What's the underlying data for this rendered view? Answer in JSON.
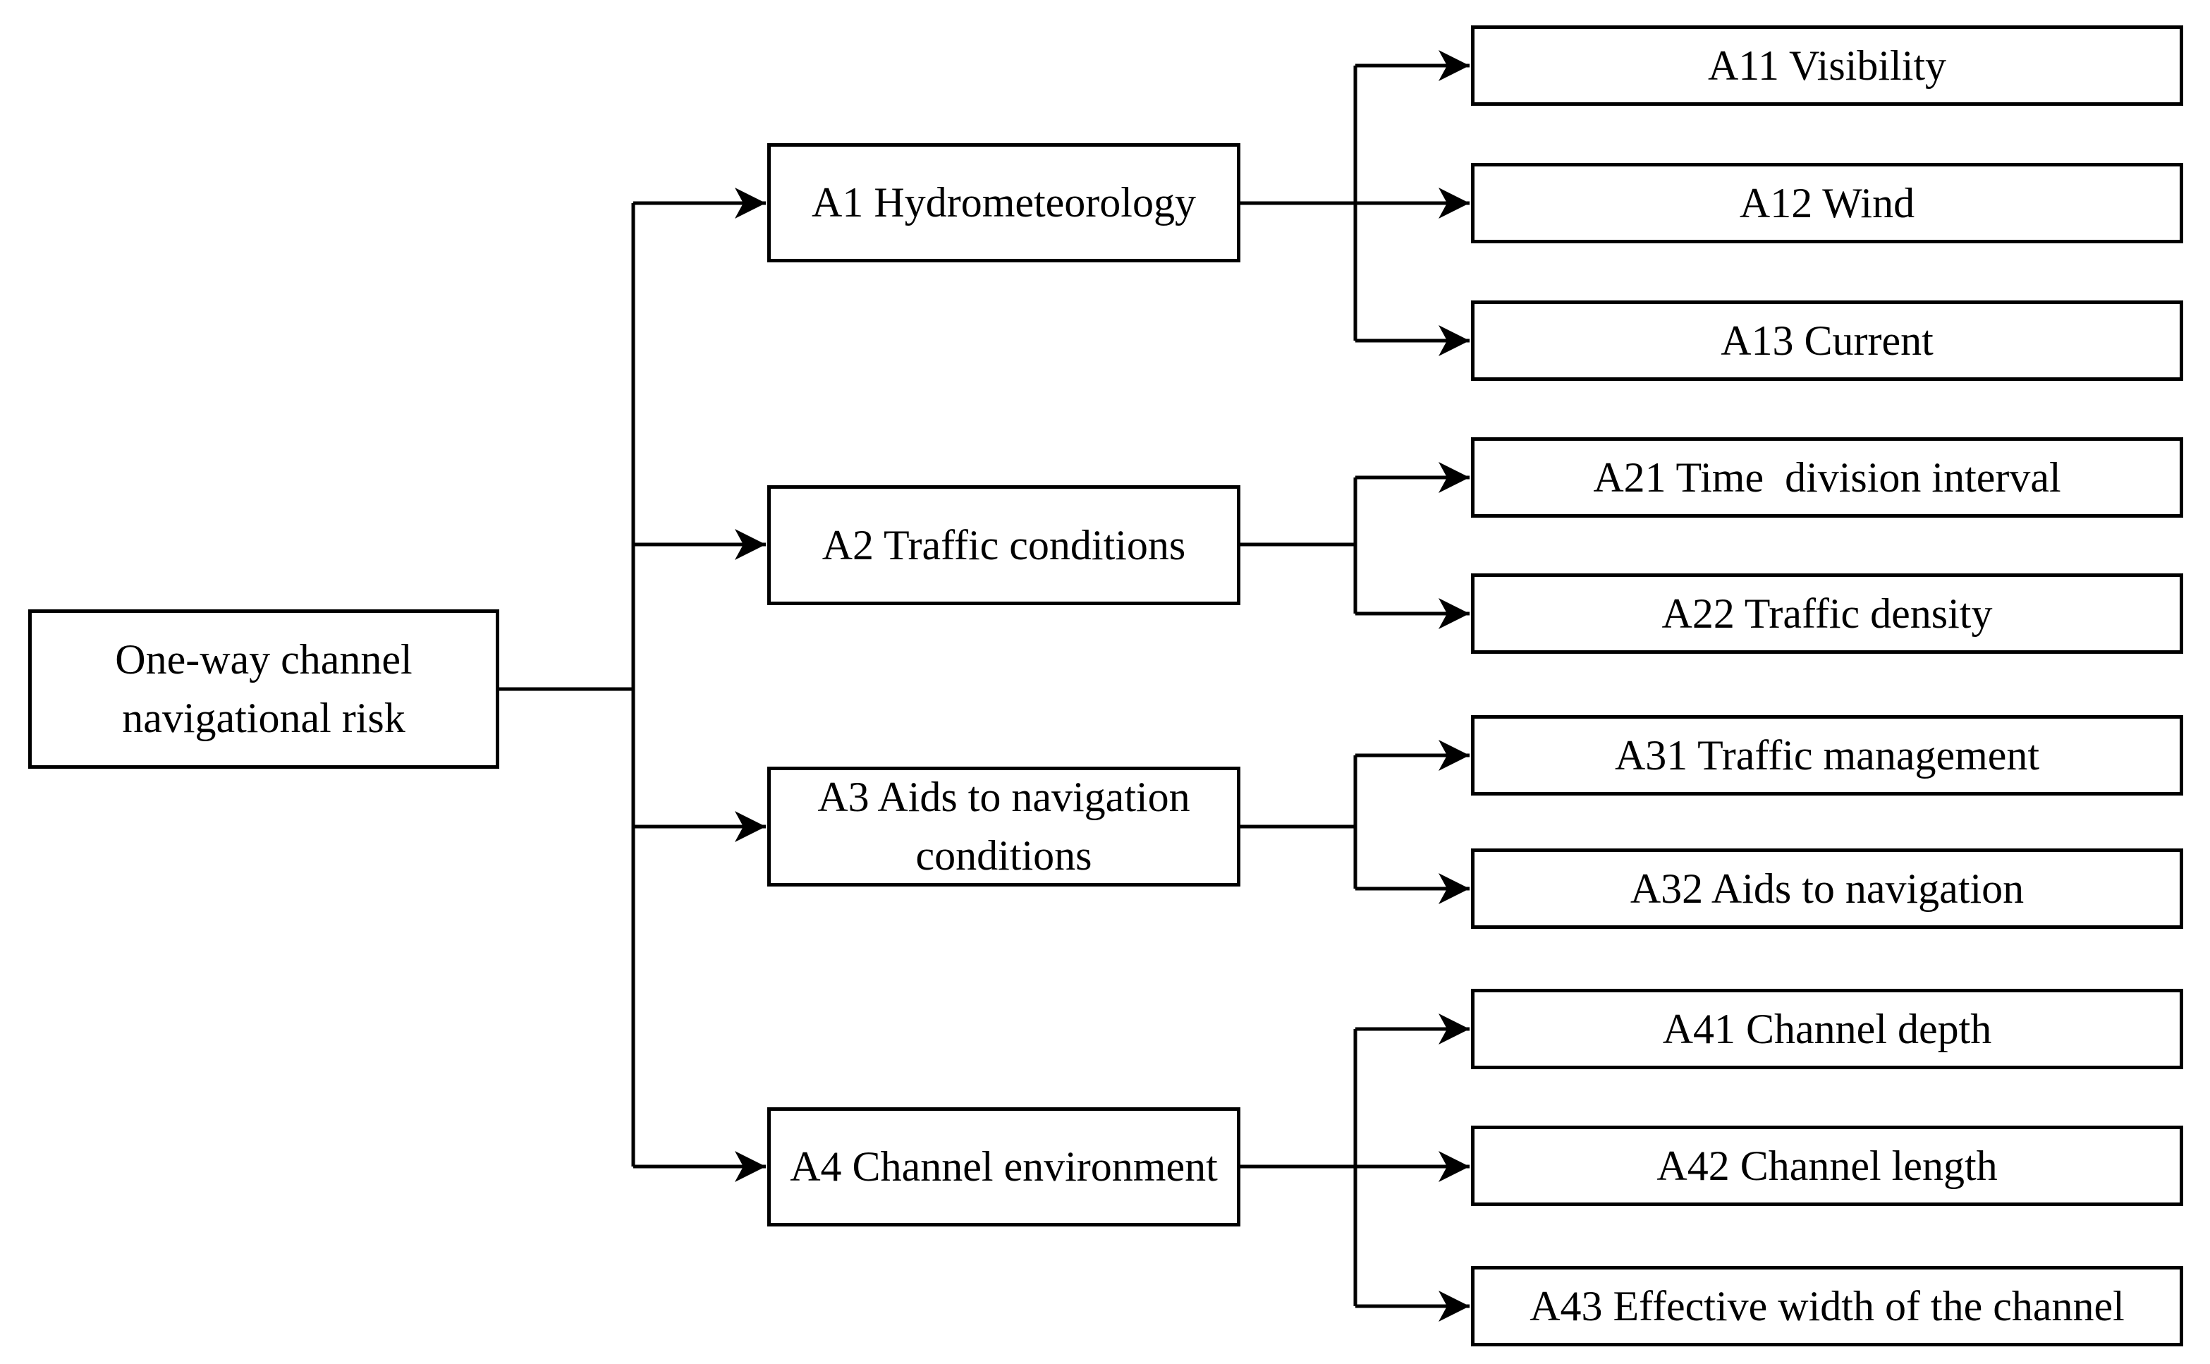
{
  "diagram": {
    "root": "One-way channel\nnavigational risk",
    "categories": [
      {
        "label": "A1 Hydrometeorology",
        "factors": [
          "A11 Visibility",
          "A12 Wind",
          "A13 Current"
        ]
      },
      {
        "label": "A2 Traffic conditions",
        "factors": [
          "A21 Time  division interval",
          "A22 Traffic density"
        ]
      },
      {
        "label": "A3 Aids to navigation conditions",
        "factors": [
          "A31 Traffic management",
          "A32 Aids to navigation"
        ]
      },
      {
        "label": "A4 Channel environment",
        "factors": [
          "A41 Channel depth",
          "A42 Channel length",
          "A43 Effective width of the channel"
        ]
      }
    ]
  }
}
